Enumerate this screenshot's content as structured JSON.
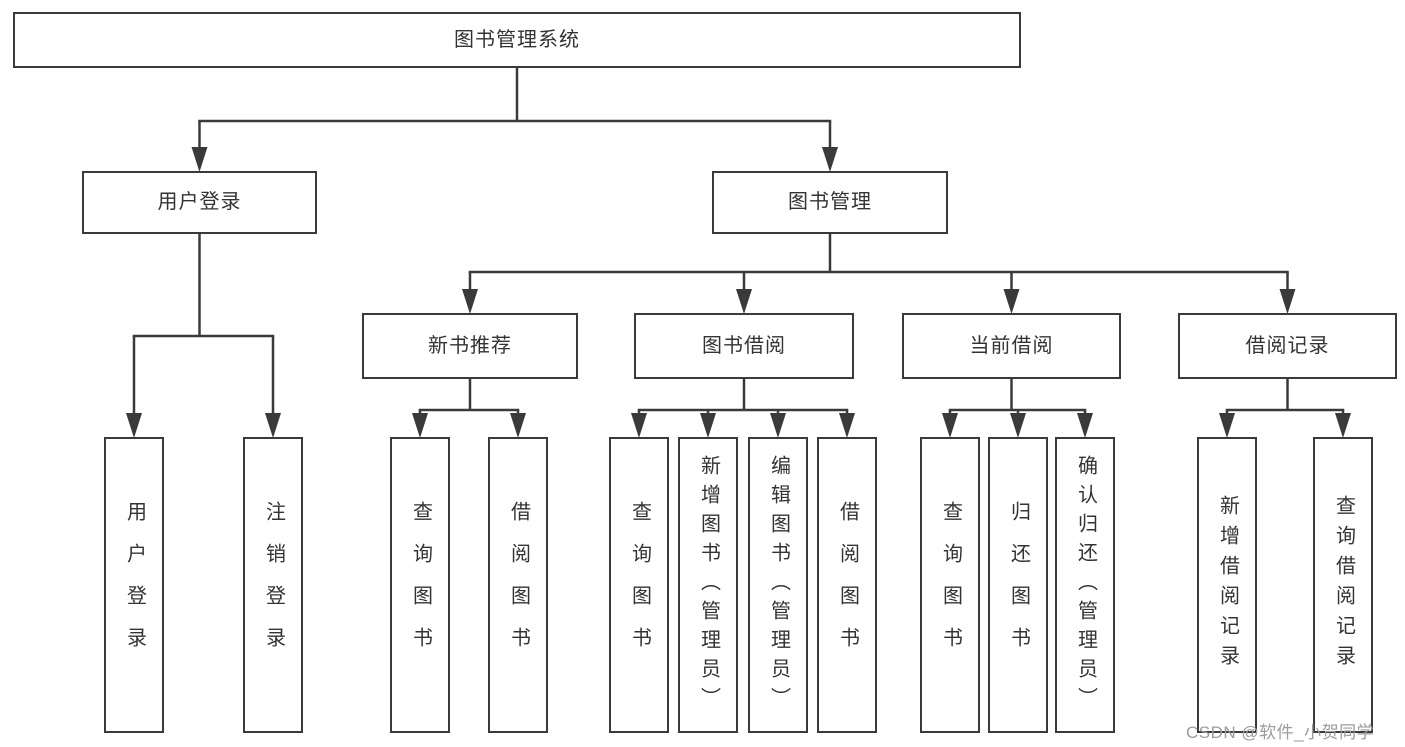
{
  "diagram": {
    "title": "图书管理系统",
    "watermark": "CSDN @软件_小贺同学",
    "colors": {
      "line": "#3a3a3a",
      "text": "#333333",
      "background": "#ffffff",
      "watermark": "#9b9b9b"
    },
    "nodes": [
      {
        "id": "root",
        "label": "图书管理系统",
        "level": 1,
        "parent": null
      },
      {
        "id": "user-login",
        "label": "用户登录",
        "level": 2,
        "parent": "root"
      },
      {
        "id": "book-management",
        "label": "图书管理",
        "level": 2,
        "parent": "root"
      },
      {
        "id": "new-book-recommend",
        "label": "新书推荐",
        "level": 3,
        "parent": "book-management"
      },
      {
        "id": "book-borrowing",
        "label": "图书借阅",
        "level": 3,
        "parent": "book-management"
      },
      {
        "id": "current-borrowing",
        "label": "当前借阅",
        "level": 3,
        "parent": "book-management"
      },
      {
        "id": "borrow-records",
        "label": "借阅记录",
        "level": 3,
        "parent": "book-management"
      },
      {
        "id": "leaf-user-login",
        "label": "用户登录",
        "level": 4,
        "parent": "user-login"
      },
      {
        "id": "leaf-logout-login",
        "label": "注销登录",
        "level": 4,
        "parent": "user-login"
      },
      {
        "id": "leaf-query-books-rec",
        "label": "查询图书",
        "level": 4,
        "parent": "new-book-recommend"
      },
      {
        "id": "leaf-borrow-books-rec",
        "label": "借阅图书",
        "level": 4,
        "parent": "new-book-recommend"
      },
      {
        "id": "leaf-query-books-bor",
        "label": "查询图书",
        "level": 4,
        "parent": "book-borrowing"
      },
      {
        "id": "leaf-add-books-admin",
        "label": "新增图书（管理员）",
        "level": 4,
        "parent": "book-borrowing"
      },
      {
        "id": "leaf-edit-books-admin",
        "label": "编辑图书（管理员）",
        "level": 4,
        "parent": "book-borrowing"
      },
      {
        "id": "leaf-borrow-books",
        "label": "借阅图书",
        "level": 4,
        "parent": "book-borrowing"
      },
      {
        "id": "leaf-query-books-cur",
        "label": "查询图书",
        "level": 4,
        "parent": "current-borrowing"
      },
      {
        "id": "leaf-return-books",
        "label": "归还图书",
        "level": 4,
        "parent": "current-borrowing"
      },
      {
        "id": "leaf-confirm-return-admin",
        "label": "确认归还（管理员）",
        "level": 4,
        "parent": "current-borrowing"
      },
      {
        "id": "leaf-add-borrow-record",
        "label": "新增借阅记录",
        "level": 4,
        "parent": "borrow-records"
      },
      {
        "id": "leaf-query-borrow-record",
        "label": "查询借阅记录",
        "level": 4,
        "parent": "borrow-records"
      }
    ]
  }
}
